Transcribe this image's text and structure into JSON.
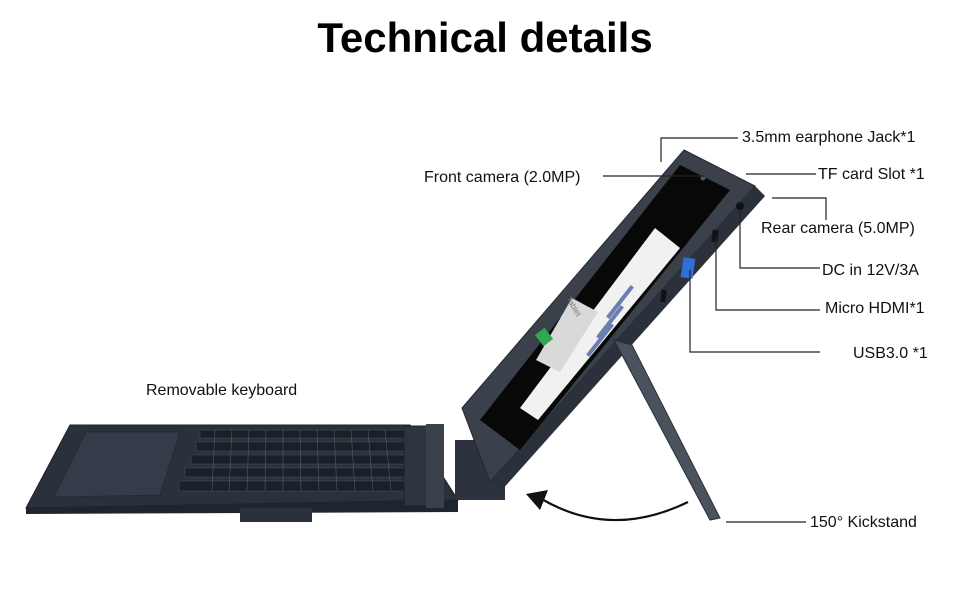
{
  "title": "Technical details",
  "labels": {
    "earphone_jack": "3.5mm earphone Jack*1",
    "front_camera": "Front camera (2.0MP)",
    "tf_card_slot": "TF card Slot *1",
    "rear_camera": "Rear camera (5.0MP)",
    "dc_in": "DC in 12V/3A",
    "micro_hdmi": "Micro HDMI*1",
    "usb3": "USB3.0 *1",
    "keyboard": "Removable keyboard",
    "kickstand": "150°  Kickstand"
  },
  "screen_text": [
    "Tablet"
  ],
  "colors": {
    "device_body": "#3a414b",
    "keyboard": "#2c3340",
    "screen": "#0a0a0a",
    "usb_port": "#2f6fd6"
  }
}
